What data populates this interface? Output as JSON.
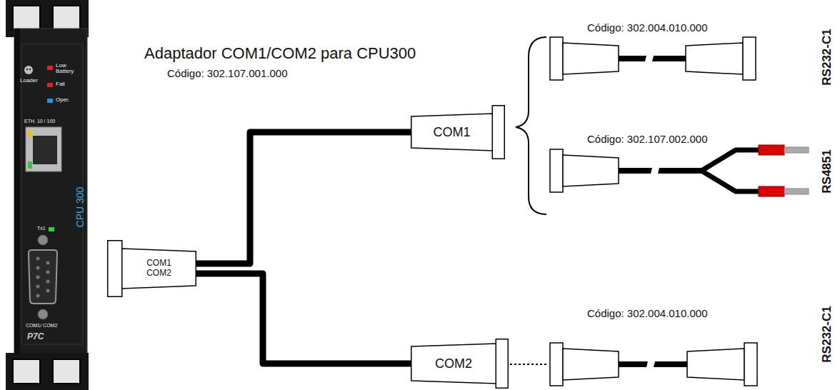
{
  "diagram": {
    "nodes": [
      {
        "text": [
          "COM1 COM2"
        ]
      },
      {
        "text": [
          "COM1"
        ]
      },
      {
        "text": [
          "COM2"
        ]
      }
    ],
    "edges": [
      {
        "from": 0,
        "to": 1,
        "arrow": "none"
      },
      {
        "from": 0,
        "to": 2,
        "arrow": "none"
      }
    ],
    "labels": [
      "Low Battery",
      "Loader",
      "Fail",
      "Oper.",
      "ETH. 10 / 100",
      "CPU 300",
      "Tx1",
      "COM1/ COM2",
      "P7C",
      "Adaptador COM1/COM2 para CPU300",
      "Código: 302.107.001.000",
      "Código: 302.004.010.000",
      "RS232-C1",
      "Código: 302.107.002.000",
      "RS4851",
      "Código: 302.004.010.000",
      "RS232-C1"
    ]
  }
}
